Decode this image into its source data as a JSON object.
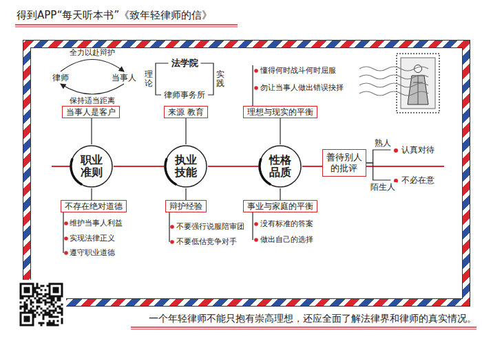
{
  "diagram": {
    "title": "得到APP“每天听本书”《致年轻律师的信》",
    "caption": "一个年轻律师不能只抱有崇高理想，还应全面了解法律界和律师的真实情况。",
    "nodes": [
      {
        "text": [
          "律师"
        ]
      },
      {
        "text": [
          "当事人"
        ]
      },
      {
        "text": [
          "法学院"
        ]
      },
      {
        "text": [
          "律师事务所"
        ]
      },
      {
        "text": [
          "当事人是客户"
        ]
      },
      {
        "text": [
          "来源 教育"
        ]
      },
      {
        "text": [
          "理想与现实的平衡"
        ]
      },
      {
        "text": [
          "职业 准则"
        ]
      },
      {
        "text": [
          "执业 技能"
        ]
      },
      {
        "text": [
          "性格 品质"
        ]
      },
      {
        "text": [
          "善待别人 的批评"
        ]
      },
      {
        "text": [
          "认真对待"
        ]
      },
      {
        "text": [
          "不必在意"
        ]
      },
      {
        "text": [
          "不存在绝对道德"
        ]
      },
      {
        "text": [
          "辩护经验"
        ]
      },
      {
        "text": [
          "事业与家庭的平衡"
        ]
      }
    ],
    "edges": [
      {
        "from": 0,
        "to": 1,
        "label": "全力以赴辩护",
        "arrow": "to"
      },
      {
        "from": 1,
        "to": 0,
        "label": "保持适当距离",
        "arrow": "to"
      },
      {
        "from": 2,
        "to": 3,
        "label": "理论",
        "arrow": "none"
      },
      {
        "from": 2,
        "to": 3,
        "label": "实践",
        "arrow": "none"
      },
      {
        "from": 7,
        "to": 4,
        "arrow": "none"
      },
      {
        "from": 7,
        "to": 13,
        "arrow": "none"
      },
      {
        "from": 8,
        "to": 5,
        "arrow": "none"
      },
      {
        "from": 8,
        "to": 14,
        "arrow": "none"
      },
      {
        "from": 9,
        "to": 6,
        "arrow": "none"
      },
      {
        "from": 9,
        "to": 15,
        "arrow": "none"
      },
      {
        "from": 7,
        "to": 8,
        "arrow": "none"
      },
      {
        "from": 8,
        "to": 9,
        "arrow": "none"
      },
      {
        "from": 9,
        "to": 10,
        "arrow": "none"
      },
      {
        "from": 10,
        "to": 11,
        "label": "熟人",
        "arrow": "none"
      },
      {
        "from": 10,
        "to": 12,
        "label": "陌生人",
        "arrow": "none"
      }
    ],
    "labels": [
      "懂得何时战斗何时屈服",
      "勿让当事人做出错误抉择",
      "维护当事人利益",
      "实现法律正义",
      "遵守职业道德",
      "不要强行说服陪审团",
      "不要低估竞争对手",
      "没有标准的答案",
      "做出自己的选择"
    ]
  }
}
